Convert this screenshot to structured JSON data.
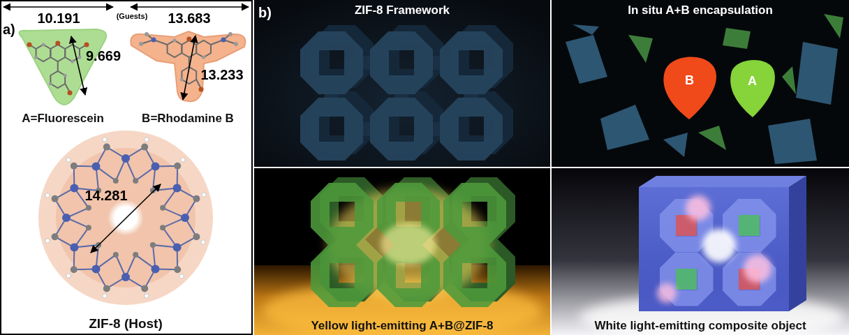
{
  "diagram": {
    "nodes": [
      {
        "text": [
          "a)"
        ]
      },
      {
        "text": [
          "A=Fluorescein"
        ],
        "in": 0
      },
      {
        "text": [
          "B=Rhodamine B"
        ],
        "in": 0
      },
      {
        "text": [
          "ZIF-8 (Host)"
        ],
        "in": 0
      },
      {
        "text": [
          "b)"
        ]
      },
      {
        "text": [
          "ZIF-8 Framework"
        ],
        "in": 4
      },
      {
        "text": [
          "In situ A+B encapsulation"
        ],
        "in": 4
      },
      {
        "text": [
          "B"
        ],
        "in": 6
      },
      {
        "text": [
          "A"
        ],
        "in": 6
      },
      {
        "text": [
          "Yellow light-emitting A+B@ZIF-8"
        ],
        "in": 4
      },
      {
        "text": [
          "White light-emitting composite object"
        ],
        "in": 4
      }
    ],
    "labels": [
      "10.191",
      "(Guests)",
      "13.683",
      "9.669",
      "13.233",
      "14.281"
    ]
  }
}
